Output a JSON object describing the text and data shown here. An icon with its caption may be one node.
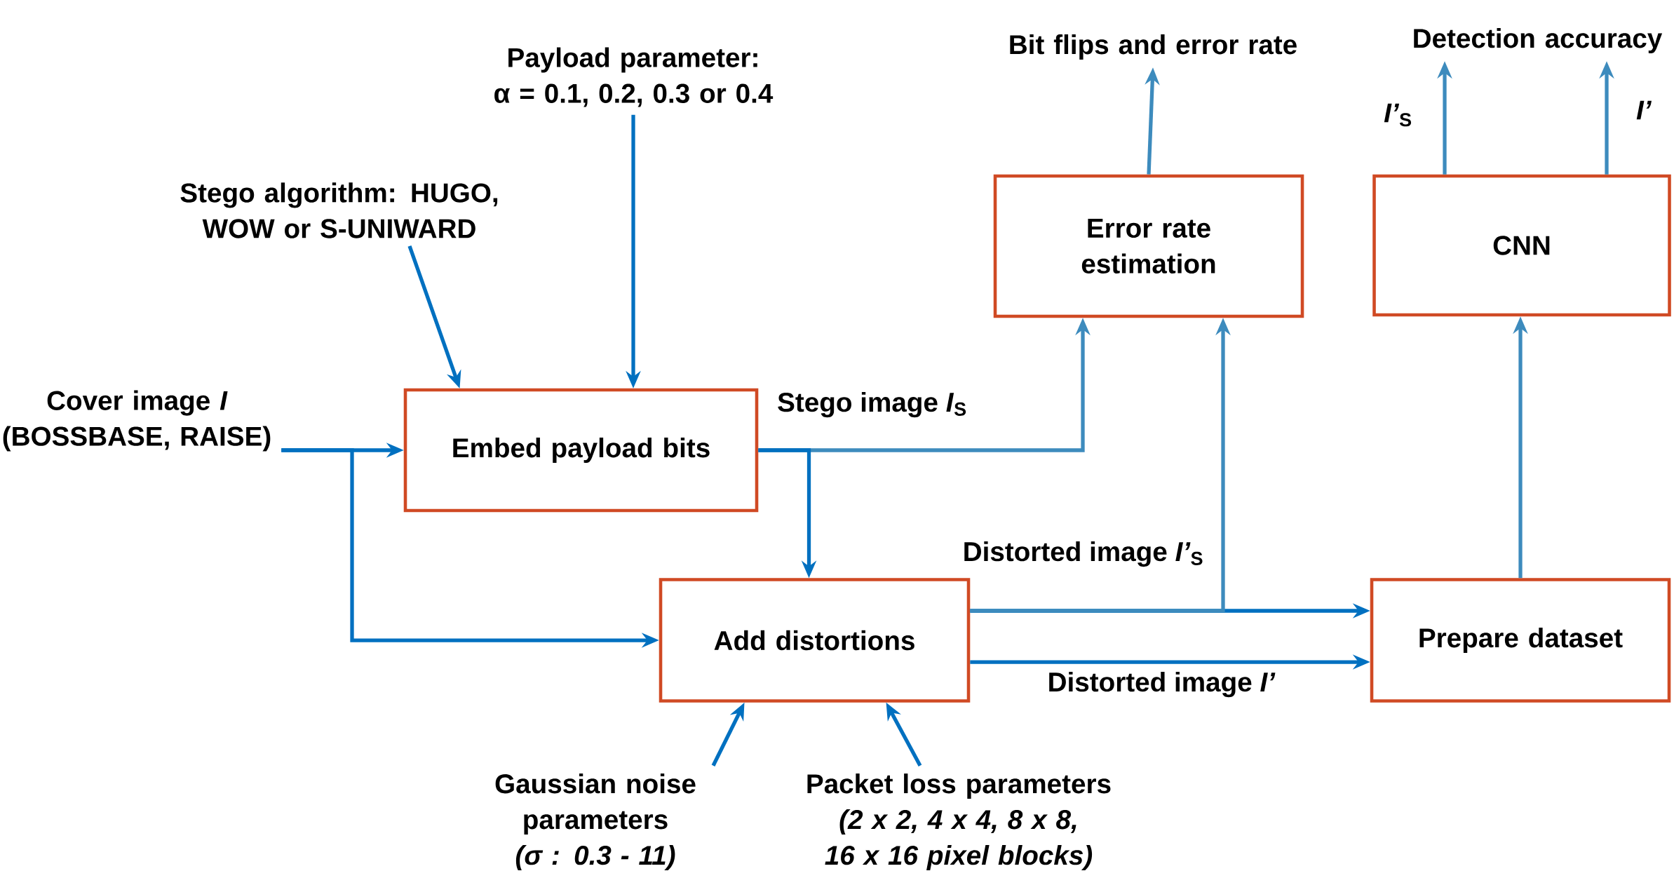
{
  "diagram": {
    "nodes": [
      {
        "text": [
          "Payload parameter:",
          "α = 0.1, 0.2, 0.3 or 0.4"
        ]
      },
      {
        "text": [
          "Stego algorithm: HUGO, WOW or S-UNIWARD"
        ]
      },
      {
        "text": [
          "Cover image *I* (BOSSBASE, RAISE)"
        ]
      },
      {
        "text": [
          "Embed payload bits"
        ]
      },
      {
        "text": [
          "Error rate estimation"
        ]
      },
      {
        "text": [
          "CNN"
        ]
      },
      {
        "text": [
          "Add distortions"
        ]
      },
      {
        "text": [
          "Prepare dataset"
        ]
      },
      {
        "text": [
          "Bit flips and error rate"
        ]
      },
      {
        "text": [
          "Detection accuracy"
        ]
      },
      {
        "text": [
          "Gaussian noise parameters",
          "(σ : 0.3 - 11)"
        ]
      },
      {
        "text": [
          "Packet loss parameters",
          "(2 x 2, 4 x 4, 8 x 8, 16 x 16 pixel blocks)"
        ]
      }
    ],
    "edges": [
      {
        "from": 0,
        "to": 3,
        "arrow": "to"
      },
      {
        "from": 1,
        "to": 3,
        "arrow": "to"
      },
      {
        "from": 2,
        "to": 3,
        "arrow": "to"
      },
      {
        "from": 2,
        "to": 6,
        "arrow": "to"
      },
      {
        "from": 3,
        "to": 4,
        "arrow": "to",
        "label": "Stego image *I*$_{S}$",
        "color": "#3d8bbd"
      },
      {
        "from": 3,
        "to": 6,
        "arrow": "to"
      },
      {
        "from": 6,
        "to": 7,
        "arrow": "to",
        "label": "Distorted image *I’*$_{S}$"
      },
      {
        "from": 6,
        "to": 4,
        "arrow": "to",
        "color": "#3d8bbd"
      },
      {
        "from": 6,
        "to": 7,
        "arrow": "to",
        "label": "Distorted image *I’*"
      },
      {
        "from": 7,
        "to": 5,
        "arrow": "to",
        "color": "#3d8bbd"
      },
      {
        "from": 5,
        "to": 9,
        "arrow": "to",
        "label": "*I’*$_{S}$",
        "color": "#3d8bbd"
      },
      {
        "from": 5,
        "to": 9,
        "arrow": "to",
        "label": "*I’*",
        "color": "#3d8bbd"
      },
      {
        "from": 4,
        "to": 8,
        "arrow": "to",
        "color": "#3d8bbd"
      },
      {
        "from": 10,
        "to": 6,
        "arrow": "to"
      },
      {
        "from": 11,
        "to": 6,
        "arrow": "to"
      }
    ]
  }
}
